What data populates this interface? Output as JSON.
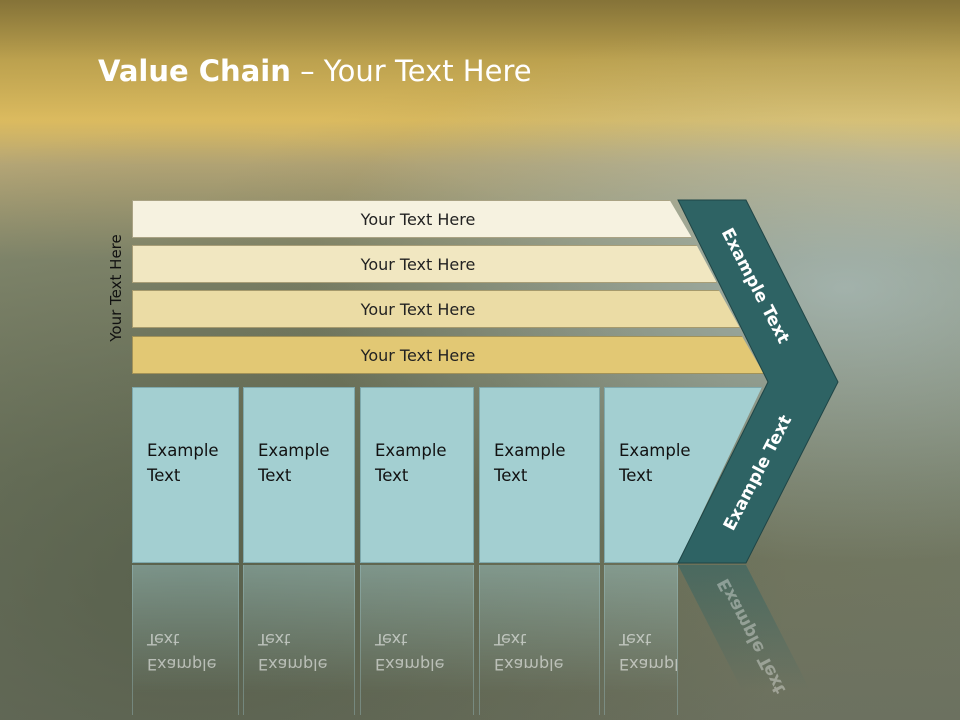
{
  "slide": {
    "title_bold": "Value Chain",
    "title_rest": " – Your Text Here",
    "side_label": "Your Text Here"
  },
  "bars": [
    {
      "label": "Your Text Here"
    },
    {
      "label": "Your Text Here"
    },
    {
      "label": "Your Text Here"
    },
    {
      "label": "Your Text Here"
    }
  ],
  "boxes": [
    {
      "line1": "Example",
      "line2": "Text"
    },
    {
      "line1": "Example",
      "line2": "Text"
    },
    {
      "line1": "Example",
      "line2": "Text"
    },
    {
      "line1": "Example",
      "line2": "Text"
    },
    {
      "line1": "Example",
      "line2": "Text"
    }
  ],
  "chevron": {
    "upper_label": "Example Text",
    "lower_label": "Example Text"
  },
  "colors": {
    "chevron": "#2e6364",
    "box": "#a3cfd1",
    "bar_dark": "#e2c874"
  }
}
